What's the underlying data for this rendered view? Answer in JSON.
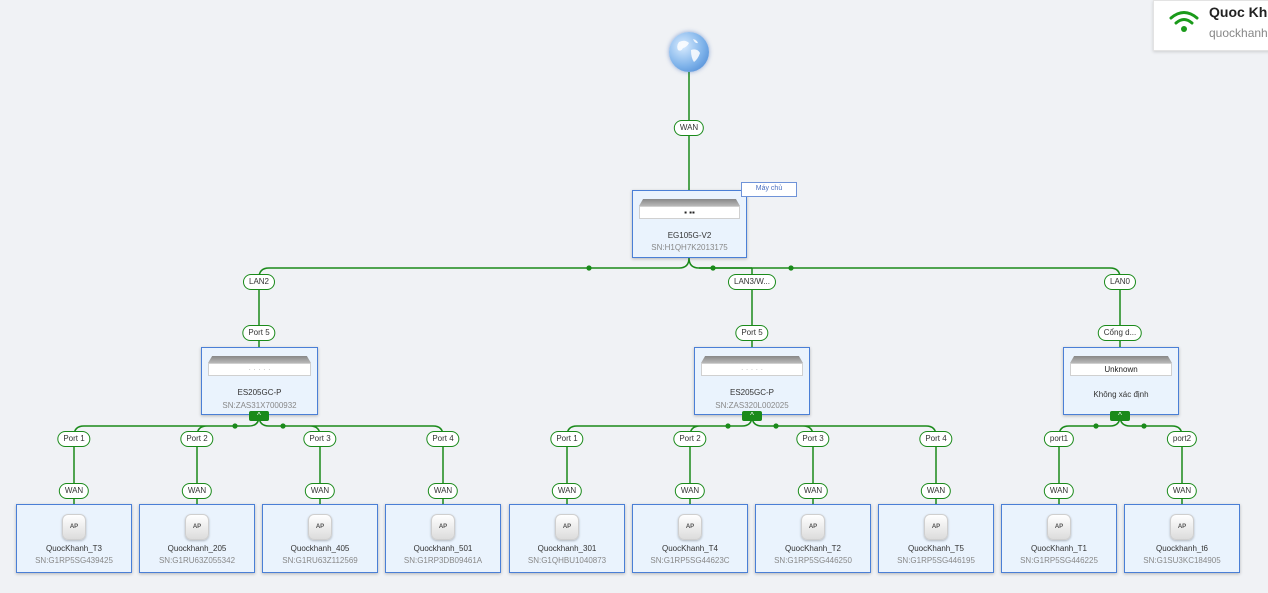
{
  "colors": {
    "link": "#1a8a1a",
    "card_border": "#4a7fd6",
    "card_bg": "#eaf3fd"
  },
  "info_panel": {
    "title": "Quoc Kh",
    "subtitle": "quockhanh",
    "icon": "wifi-icon"
  },
  "internet": {
    "icon": "globe-icon",
    "wan_label": "WAN"
  },
  "gateway": {
    "model": "EG105G-V2",
    "sn": "SN:H1QH7K2013175",
    "tag": "Máy chủ",
    "face_label": "▪ ▪▪"
  },
  "switches": [
    {
      "uplink_label": "LAN2",
      "port_label": "Port 5",
      "model": "ES205GC-P",
      "sn": "SN:ZAS31X7000932",
      "face_label": "· · · · ·",
      "toggle": "^"
    },
    {
      "uplink_label": "LAN3/W...",
      "port_label": "Port 5",
      "model": "ES205GC-P",
      "sn": "SN:ZAS320L002025",
      "face_label": "· · · · ·",
      "toggle": "^"
    },
    {
      "uplink_label": "LAN0",
      "port_label": "Cổng d...",
      "model": "Không xác định",
      "sn": "",
      "face_label": "Unknown",
      "toggle": "^"
    }
  ],
  "aps": [
    {
      "port": "Port 1",
      "wan": "WAN",
      "icon": "AP",
      "name": "QuocKhanh_T3",
      "sn": "SN:G1RP5SG439425"
    },
    {
      "port": "Port 2",
      "wan": "WAN",
      "icon": "AP",
      "name": "Quockhanh_205",
      "sn": "SN:G1RU63Z055342"
    },
    {
      "port": "Port 3",
      "wan": "WAN",
      "icon": "AP",
      "name": "Quockhanh_405",
      "sn": "SN:G1RU63Z112569"
    },
    {
      "port": "Port 4",
      "wan": "WAN",
      "icon": "AP",
      "name": "Quockhanh_501",
      "sn": "SN:G1RP3DB09461A"
    },
    {
      "port": "Port 1",
      "wan": "WAN",
      "icon": "AP",
      "name": "Quockhanh_301",
      "sn": "SN:G1QHBU1040873"
    },
    {
      "port": "Port 2",
      "wan": "WAN",
      "icon": "AP",
      "name": "QuocKhanh_T4",
      "sn": "SN:G1RP5SG44623C"
    },
    {
      "port": "Port 3",
      "wan": "WAN",
      "icon": "AP",
      "name": "QuocKhanh_T2",
      "sn": "SN:G1RP5SG446250"
    },
    {
      "port": "Port 4",
      "wan": "WAN",
      "icon": "AP",
      "name": "QuocKhanh_T5",
      "sn": "SN:G1RP5SG446195"
    },
    {
      "port": "port1",
      "wan": "WAN",
      "icon": "AP",
      "name": "QuocKhanh_T1",
      "sn": "SN:G1RP5SG446225"
    },
    {
      "port": "port2",
      "wan": "WAN",
      "icon": "AP",
      "name": "Quockhanh_t6",
      "sn": "SN:G1SU3KC184905"
    }
  ]
}
